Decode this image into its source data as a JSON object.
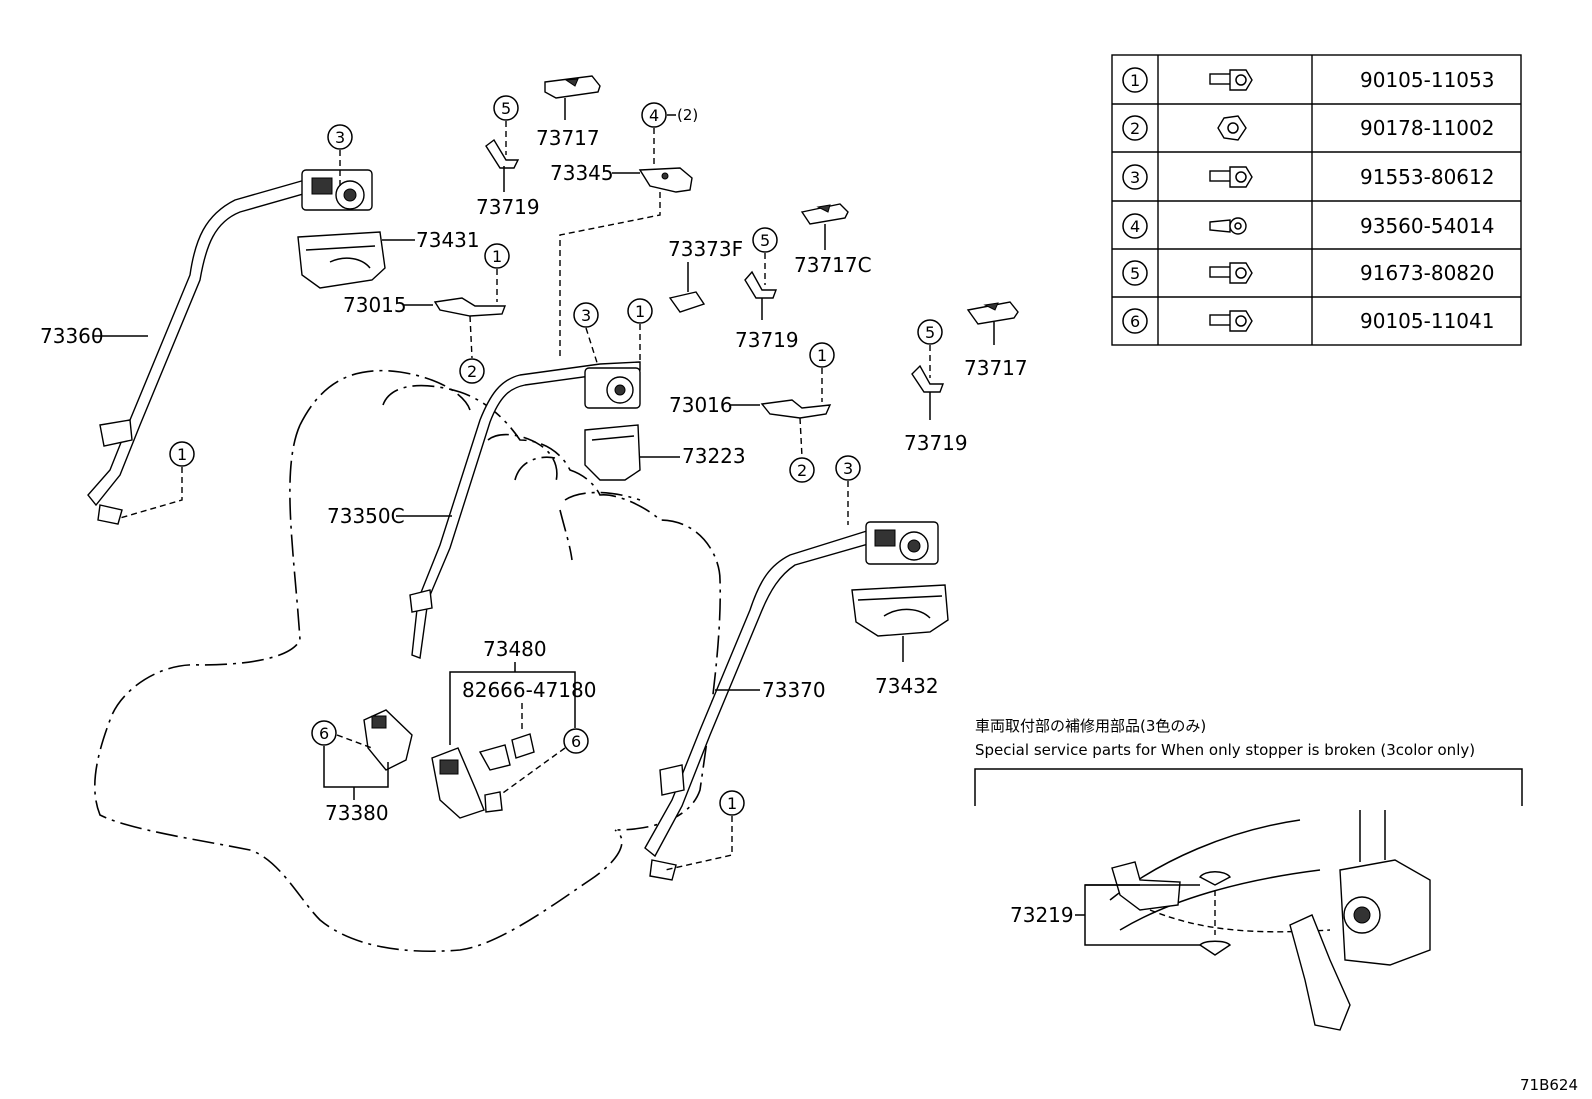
{
  "callouts": {
    "c73360": "73360",
    "c73431": "73431",
    "c73015": "73015",
    "c73719a": "73719",
    "c73717a": "73717",
    "c73345": "73345",
    "c4qty": "(2)",
    "c73373F": "73373F",
    "c73717C": "73717C",
    "c73719b": "73719",
    "c73717b": "73717",
    "c73719c": "73719",
    "c73016": "73016",
    "c73223": "73223",
    "c73350C": "73350C",
    "c73480": "73480",
    "c82666": "82666-47180",
    "c73380": "73380",
    "c73370": "73370",
    "c73432": "73432",
    "c73219": "73219"
  },
  "circles": {
    "one": "1",
    "two": "2",
    "three": "3",
    "four": "4",
    "five": "5",
    "six": "6"
  },
  "fastener_table": {
    "rows": [
      {
        "ref": "1",
        "part_number": "90105-11053",
        "icon": "flange-bolt-icon"
      },
      {
        "ref": "2",
        "part_number": "90178-11002",
        "icon": "flange-nut-icon"
      },
      {
        "ref": "3",
        "part_number": "91553-80612",
        "icon": "flange-bolt-icon"
      },
      {
        "ref": "4",
        "part_number": "93560-54014",
        "icon": "tapping-screw-icon"
      },
      {
        "ref": "5",
        "part_number": "91673-80820",
        "icon": "flange-bolt-icon"
      },
      {
        "ref": "6",
        "part_number": "90105-11041",
        "icon": "flange-bolt-icon"
      }
    ]
  },
  "special_parts": {
    "title_jp": "車両取付部の補修用部品(3色のみ)",
    "title_en": "Special service parts for When only stopper is broken (3color only)"
  },
  "footer": {
    "illustration_code": "71B624"
  }
}
